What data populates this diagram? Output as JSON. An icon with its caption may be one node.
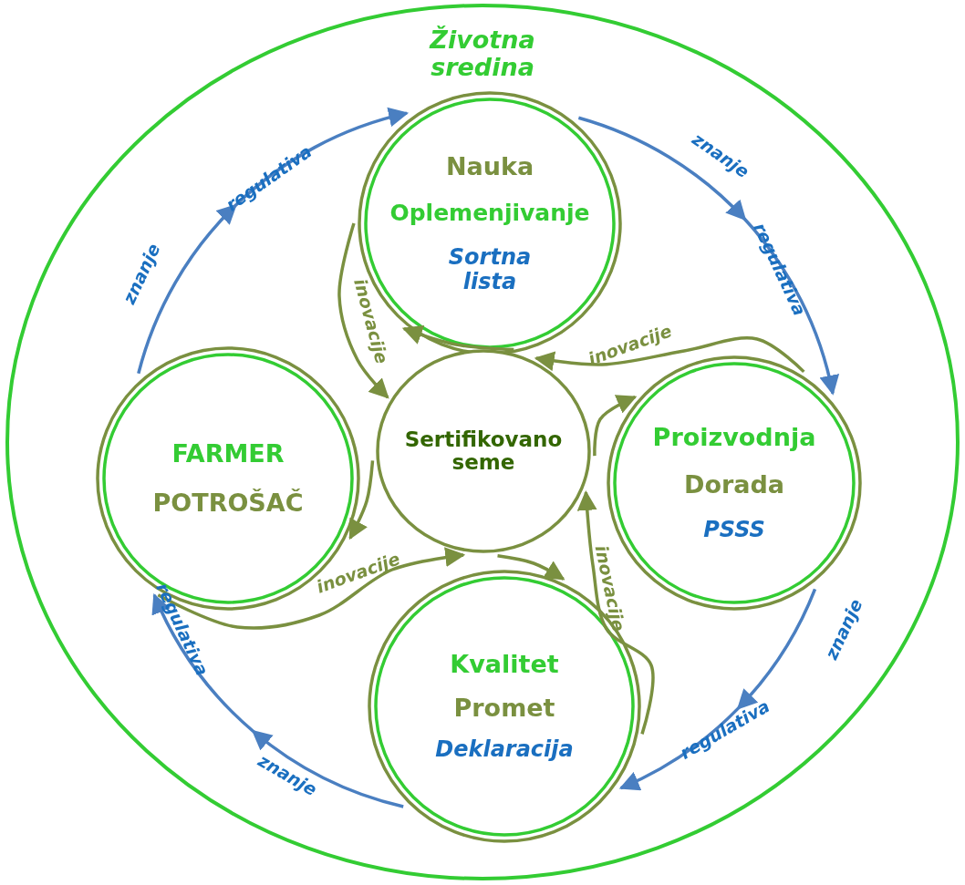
{
  "diagram": {
    "nodes": [
      {
        "text": [
          "Životna sredina"
        ]
      },
      {
        "text": [
          "Nauka",
          "Oplemenjivanje",
          "Sortna lista"
        ],
        "in": 0
      },
      {
        "text": [
          "FARMER",
          "POTROŠAČ"
        ],
        "in": 0
      },
      {
        "text": [
          "Sertifikovano seme"
        ],
        "in": 0
      },
      {
        "text": [
          "Proizvodnja",
          "Dorada",
          "PSSS"
        ],
        "in": 0
      },
      {
        "text": [
          "Kvalitet",
          "Promet",
          "Deklaracija"
        ],
        "in": 0
      }
    ],
    "edges": [
      {
        "from": 2,
        "to": 1,
        "arrow": "to",
        "label": "znanje",
        "color": "#4a7fc1"
      },
      {
        "from": 1,
        "to": 4,
        "arrow": "to",
        "label": "znanje",
        "color": "#4a7fc1"
      },
      {
        "from": 4,
        "to": 5,
        "arrow": "to",
        "label": "znanje",
        "color": "#4a7fc1"
      },
      {
        "from": 5,
        "to": 2,
        "arrow": "to",
        "label": "znanje",
        "color": "#4a7fc1"
      },
      {
        "from": 1,
        "to": 3,
        "arrow": "to",
        "label": "inovacije"
      },
      {
        "from": 3,
        "to": 2,
        "arrow": "to"
      },
      {
        "from": 2,
        "to": 3,
        "arrow": "to",
        "label": "inovacije"
      },
      {
        "from": 3,
        "to": 5,
        "arrow": "to"
      },
      {
        "from": 5,
        "to": 3,
        "arrow": "to",
        "label": "inovacije"
      },
      {
        "from": 3,
        "to": 4,
        "arrow": "to"
      },
      {
        "from": 4,
        "to": 3,
        "arrow": "to",
        "label": "inovacije"
      },
      {
        "from": 3,
        "to": 1,
        "arrow": "to"
      }
    ],
    "labels": [
      "regulativa",
      "regulativa",
      "regulativa",
      "regulativa"
    ]
  }
}
